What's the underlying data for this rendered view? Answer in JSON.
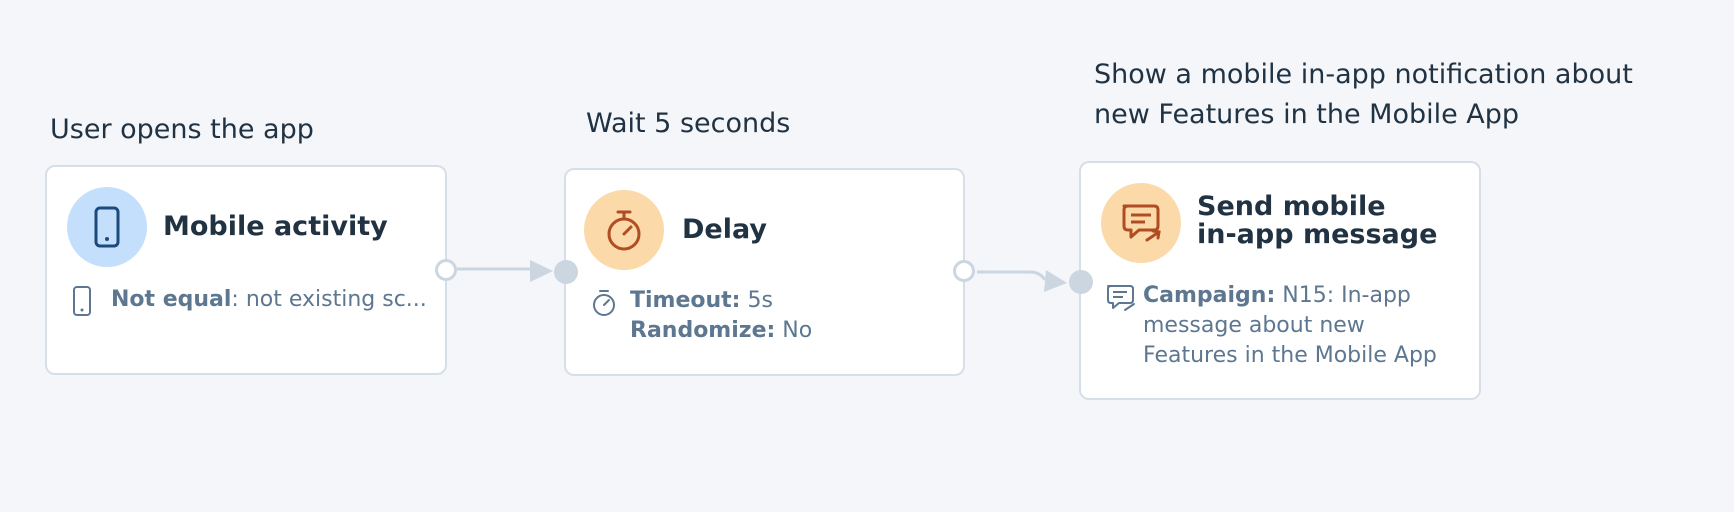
{
  "steps": [
    {
      "caption": "User opens the app",
      "title": "Mobile activity",
      "icon": "mobile-phone-icon",
      "detail_label": "Not equal",
      "detail_value": ": not existing sc..."
    },
    {
      "caption": "Wait 5 seconds",
      "title": "Delay",
      "icon": "stopwatch-icon",
      "detail_label1": "Timeout:",
      "detail_value1": " 5s",
      "detail_label2": "Randomize:",
      "detail_value2": " No"
    },
    {
      "caption_line1": "Show a mobile in-app notification about",
      "caption_line2": "new Features in the Mobile App",
      "title_line1": "Send mobile",
      "title_line2": "in-app message",
      "icon": "chat-message-icon",
      "detail_label": "Campaign:",
      "detail_line1": " N15: In-app",
      "detail_line2": "message about new",
      "detail_line3": "Features in the Mobile App"
    }
  ],
  "colors": {
    "background": "#f4f6fa",
    "blue_icon_bg": "#c3dffb",
    "orange_icon_bg": "#fbd9a9",
    "connector": "#ccd6e0",
    "text_dark": "#213343",
    "text_muted": "#5d7791"
  }
}
